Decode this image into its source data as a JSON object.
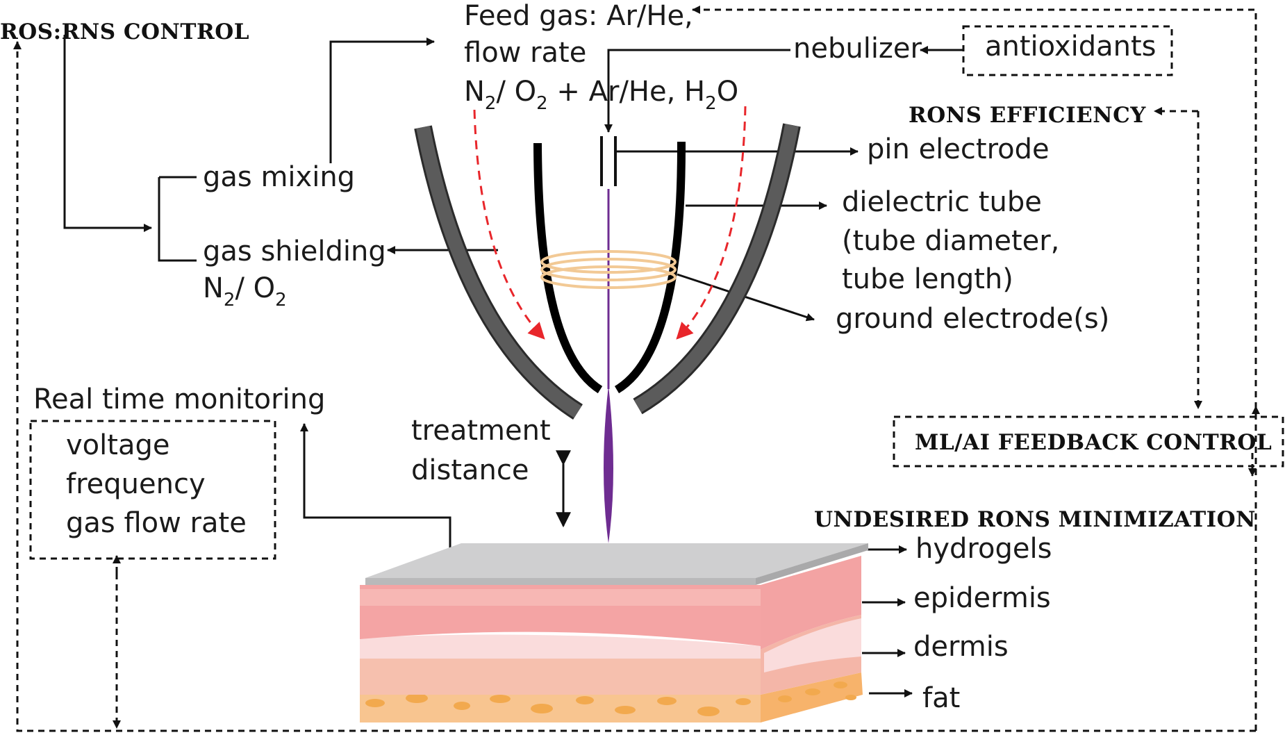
{
  "headings": {
    "ros_rns_control": "ROS:RNS CONTROL",
    "rons_efficiency": "RONS EFFICIENCY",
    "ml_ai_feedback": "ML/AI FEEDBACK CONTROL",
    "undesired_rons": "UNDESIRED RONS MINIMIZATION"
  },
  "feed_gas": {
    "line1": "Feed gas: Ar/He,",
    "line2": "flow rate",
    "line3": {
      "n": "N",
      "sub1": "2",
      "mid": "/ O",
      "sub2": "2",
      "rest": " + Ar/He, H",
      "sub3": "2",
      "end": "O"
    }
  },
  "nebulizer": "nebulizer",
  "antioxidants": "antioxidants",
  "gas_mixing": "gas mixing",
  "gas_shielding": {
    "line1": "gas shielding",
    "n": "N",
    "sub1": "2",
    "mid": "/ O",
    "sub2": "2"
  },
  "pin_electrode": "pin electrode",
  "dielectric_tube": {
    "line1": "dielectric tube",
    "line2": "(tube diameter,",
    "line3": "tube length)"
  },
  "ground_electrode": "ground electrode(s)",
  "monitoring": {
    "title": "Real time monitoring",
    "items": [
      "voltage",
      "frequency",
      "gas flow rate"
    ]
  },
  "treatment_distance": {
    "line1": "treatment",
    "line2": "distance"
  },
  "tissue_layers": [
    "hydrogels",
    "epidermis",
    "dermis",
    "fat"
  ],
  "colors": {
    "outer_tube": "#5b5b5b",
    "inner_tube": "#000000",
    "plasma": "#6e2c91",
    "gas_flow_arrow": "#e8262b",
    "ring": "#f2c995",
    "hydrogel": "#cfcfd0",
    "epidermis": "#f4a4a4",
    "dermis": "#fadcdc",
    "fat": "#f7b36b"
  }
}
